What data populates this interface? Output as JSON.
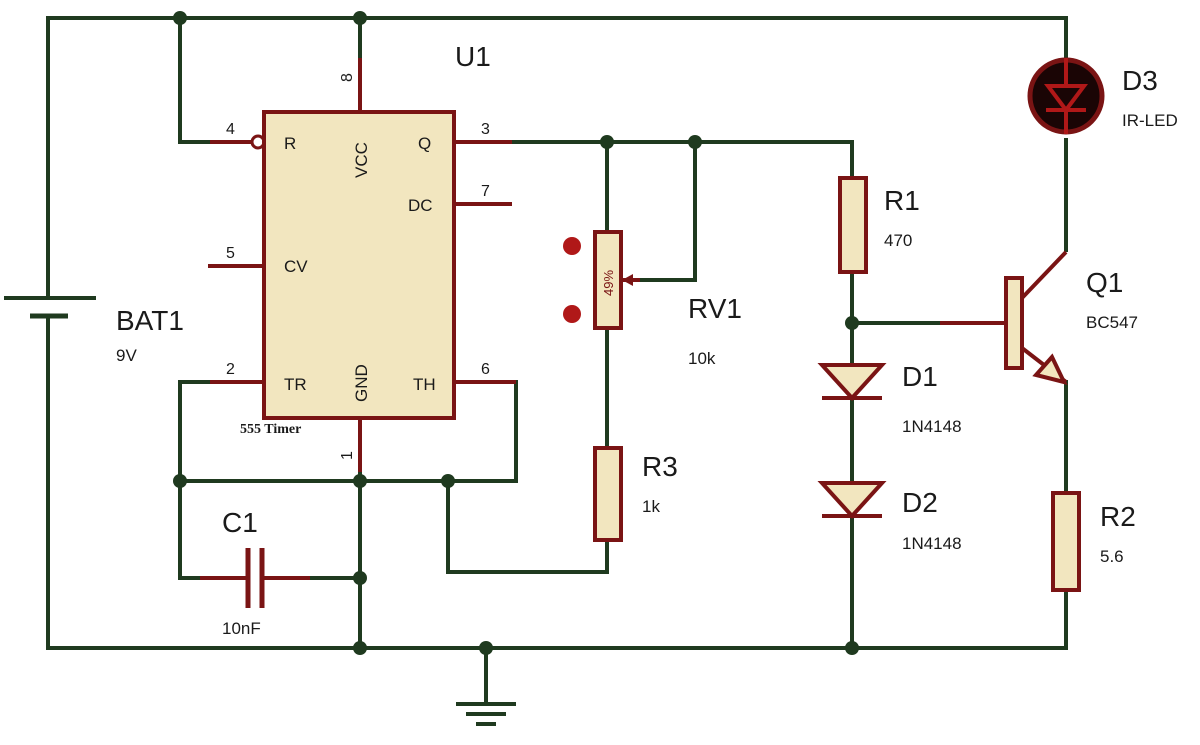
{
  "chip": {
    "ref": "U1",
    "desc": "555 Timer",
    "pins": {
      "reset": "R",
      "vcc": "VCC",
      "q": "Q",
      "dc": "DC",
      "cv": "CV",
      "tr": "TR",
      "gnd": "GND",
      "th": "TH"
    },
    "pin_numbers": {
      "reset": "4",
      "vcc": "8",
      "q": "3",
      "dc": "7",
      "cv": "5",
      "tr": "2",
      "gnd": "1",
      "th": "6"
    }
  },
  "components": {
    "bat1": {
      "ref": "BAT1",
      "value": "9V"
    },
    "c1": {
      "ref": "C1",
      "value": "10nF"
    },
    "rv1": {
      "ref": "RV1",
      "value": "10k",
      "position": "49%"
    },
    "r3": {
      "ref": "R3",
      "value": "1k"
    },
    "r1": {
      "ref": "R1",
      "value": "470"
    },
    "d1": {
      "ref": "D1",
      "value": "1N4148"
    },
    "d2": {
      "ref": "D2",
      "value": "1N4148"
    },
    "q1": {
      "ref": "Q1",
      "value": "BC547"
    },
    "r2": {
      "ref": "R2",
      "value": "5.6"
    },
    "d3": {
      "ref": "D3",
      "value": "IR-LED"
    }
  },
  "colors": {
    "wire": "#1f3a1f",
    "component_outline": "#7a1414",
    "component_fill": "#f2e6bf",
    "led_fill": "#1a0505"
  }
}
